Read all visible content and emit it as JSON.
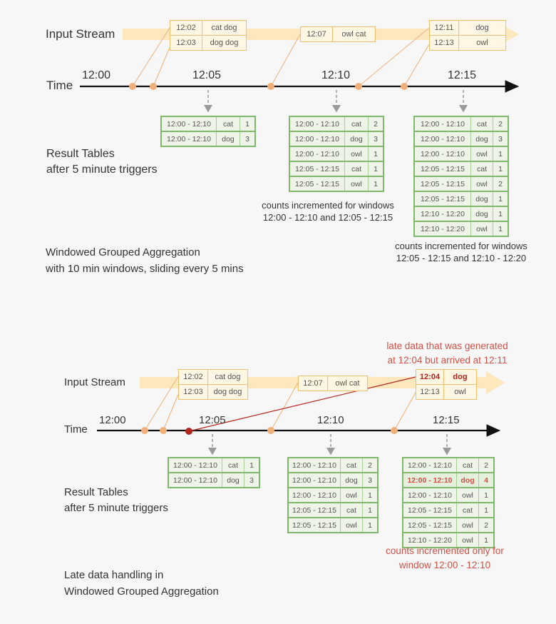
{
  "colors": {
    "arrow": "#fde8bd",
    "dot": "#f0b07a",
    "late": "#b3261e",
    "tableBorder": "#7fb76c",
    "accentRed": "#d44f45"
  },
  "top": {
    "input_label": "Input Stream",
    "time_label": "Time",
    "ticks": [
      "12:00",
      "12:05",
      "12:10",
      "12:15"
    ],
    "inputs": [
      {
        "rows": [
          [
            "12:02",
            "cat dog"
          ],
          [
            "12:03",
            "dog dog"
          ]
        ]
      },
      {
        "rows": [
          [
            "12:07",
            "owl cat"
          ]
        ]
      },
      {
        "rows": [
          [
            "12:11",
            "dog"
          ],
          [
            "12:13",
            "owl"
          ]
        ]
      }
    ],
    "result_label": [
      "Result Tables",
      "after 5 minute triggers"
    ],
    "tables": [
      {
        "rows": [
          [
            "12:00 - 12:10",
            "cat",
            "1"
          ],
          [
            "12:00 - 12:10",
            "dog",
            "3"
          ]
        ]
      },
      {
        "rows": [
          [
            "12:00 - 12:10",
            "cat",
            "2"
          ],
          [
            "12:00 - 12:10",
            "dog",
            "3"
          ],
          [
            "12:00 - 12:10",
            "owl",
            "1"
          ],
          [
            "12:05 - 12:15",
            "cat",
            "1"
          ],
          [
            "12:05 - 12:15",
            "owl",
            "1"
          ]
        ]
      },
      {
        "rows": [
          [
            "12:00 - 12:10",
            "cat",
            "2"
          ],
          [
            "12:00 - 12:10",
            "dog",
            "3"
          ],
          [
            "12:00 - 12:10",
            "owl",
            "1"
          ],
          [
            "12:05 - 12:15",
            "cat",
            "1"
          ],
          [
            "12:05 - 12:15",
            "owl",
            "2"
          ],
          [
            "12:05 - 12:15",
            "dog",
            "1"
          ],
          [
            "12:10 - 12:20",
            "dog",
            "1"
          ],
          [
            "12:10 - 12:20",
            "owl",
            "1"
          ]
        ]
      }
    ],
    "note1": [
      "counts incremented for windows",
      "12:00 - 12:10 and 12:05 - 12:15"
    ],
    "note2": [
      "counts incremented for windows",
      "12:05 - 12:15 and 12:10 - 12:20"
    ],
    "title": [
      "Windowed Grouped Aggregation",
      "with 10 min windows, sliding every 5 mins"
    ]
  },
  "bottom": {
    "late_note": [
      "late data that was generated",
      "at 12:04 but arrived at 12:11"
    ],
    "input_label": "Input Stream",
    "time_label": "Time",
    "ticks": [
      "12:00",
      "12:05",
      "12:10",
      "12:15"
    ],
    "inputs": [
      {
        "rows": [
          [
            "12:02",
            "cat dog"
          ],
          [
            "12:03",
            "dog dog"
          ]
        ]
      },
      {
        "rows": [
          [
            "12:07",
            "owl cat"
          ]
        ]
      },
      {
        "rows": [
          [
            "12:04",
            "dog"
          ],
          [
            "12:13",
            "owl"
          ]
        ]
      }
    ],
    "result_label": [
      "Result Tables",
      "after 5 minute triggers"
    ],
    "tables": [
      {
        "rows": [
          [
            "12:00 - 12:10",
            "cat",
            "1"
          ],
          [
            "12:00 - 12:10",
            "dog",
            "3"
          ]
        ]
      },
      {
        "rows": [
          [
            "12:00 - 12:10",
            "cat",
            "2"
          ],
          [
            "12:00 - 12:10",
            "dog",
            "3"
          ],
          [
            "12:00 - 12:10",
            "owl",
            "1"
          ],
          [
            "12:05 - 12:15",
            "cat",
            "1"
          ],
          [
            "12:05 - 12:15",
            "owl",
            "1"
          ]
        ]
      },
      {
        "rows": [
          [
            "12:00 - 12:10",
            "cat",
            "2"
          ],
          [
            "12:00 - 12:10",
            "dog",
            "4"
          ],
          [
            "12:00 - 12:10",
            "owl",
            "1"
          ],
          [
            "12:05 - 12:15",
            "cat",
            "1"
          ],
          [
            "12:05 - 12:15",
            "owl",
            "2"
          ],
          [
            "12:10 - 12:20",
            "owl",
            "1"
          ]
        ]
      }
    ],
    "note": [
      "counts incremented only for",
      "window 12:00 - 12:10"
    ],
    "title": [
      "Late data handling in",
      "Windowed Grouped Aggregation"
    ]
  }
}
